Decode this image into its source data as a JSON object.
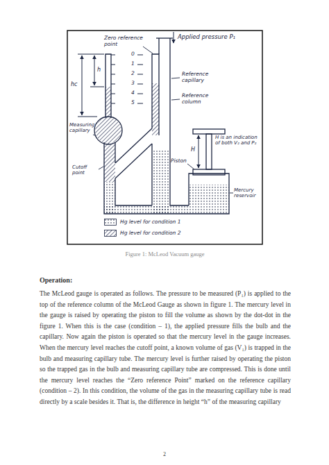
{
  "diagram": {
    "caption": "Figure 1: McLeod Vacuum gauge",
    "labels": [
      "Zero reference point",
      "Applied pressure P₁",
      "0",
      "1",
      "2",
      "3",
      "4",
      "5",
      "Reference capillary",
      "Reference column",
      "h",
      "hc",
      "Measuring capillary",
      "H",
      "H is an indication of both V₂ and P₂",
      "Piston",
      "Cutoff point",
      "Mercury reservoir",
      "Operation:",
      "The McLeod gauge is operated as follows. The pressure to be measured (P₁) is applied to the top of the reference column of the McLeod Gauge as shown in figure 1. The mercury level in the gauge is raised by operating the piston to fill the volume as shown by the dot-dot in the figure 1. When this is the case (condition – 1), the applied pressure fills the bulb and the capillary. Now again the piston is operated so that the mercury level in the gauge increases. When the mercury level reaches the cutoff point, a known volume of gas (V₁) is trapped in the bulb and measuring capillary tube. The mercury level is further raised by operating the piston so the trapped gas in the bulb and measuring capillary tube are compressed. This is done until the mercury level reaches the “Zero reference Point” marked on the reference capillary (condition – 2). In this condition, the volume of the gas in the measuring capillary tube is read directly by a scale besides it. That is, the difference in height “h” of the measuring capillary",
      "2"
    ],
    "legend": [
      {
        "text": "Hg level for condition 1"
      },
      {
        "text": "Hg level for condition 2"
      }
    ]
  }
}
